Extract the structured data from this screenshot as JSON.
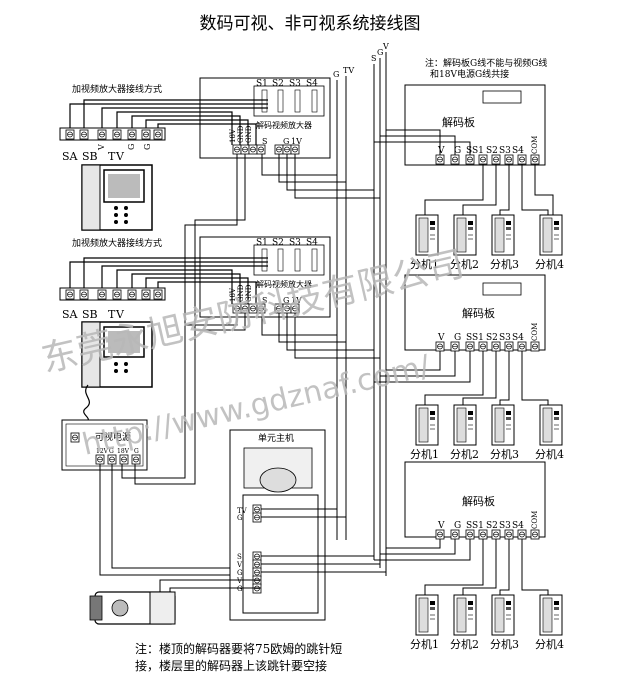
{
  "title": "数码可视、非可视系统接线图",
  "note_top": [
    "注：解码板G线不能与视频G线",
    "和18V电源G线共接"
  ],
  "top_signal_labels": [
    "G",
    "TV",
    "S",
    "G",
    "V"
  ],
  "amp_method_label": "加视频放大器接线方式",
  "amp_label": "解码视频放大器",
  "amp_switch_labels": [
    "S1",
    "S2",
    "S3",
    "S4"
  ],
  "amp_pin_labels": [
    "18V",
    "GND",
    "GND",
    "S",
    "G",
    "1V"
  ],
  "terminal_labels": [
    "SA",
    "SB",
    "V",
    "V",
    "T",
    "G",
    "V",
    "D",
    "D",
    "G",
    "N",
    "D",
    "T",
    "V",
    "G",
    "N",
    "D"
  ],
  "power_label": "可视电源",
  "power_pins": [
    "12V",
    "G",
    "18V",
    "G"
  ],
  "unit_host_label": "单元主机",
  "host_pins_top": [
    "TV",
    "G"
  ],
  "host_pins_bottom": [
    "S",
    "V",
    "G",
    "V",
    "G"
  ],
  "decoder_label": "解码板",
  "decoder_pins": [
    "V",
    "G",
    "SS1",
    "S2",
    "S3",
    "S4",
    "COM"
  ],
  "extension_labels": [
    "分机1",
    "分机2",
    "分机3",
    "分机4"
  ],
  "note_bottom": [
    "注：楼顶的解码器要将75欧姆的跳针短",
    "接，楼层里的解码器上该跳针要空接"
  ],
  "watermark_cn": "东莞永旭安防科技有限公司",
  "watermark_url": "http://www.gdznaf.com/"
}
